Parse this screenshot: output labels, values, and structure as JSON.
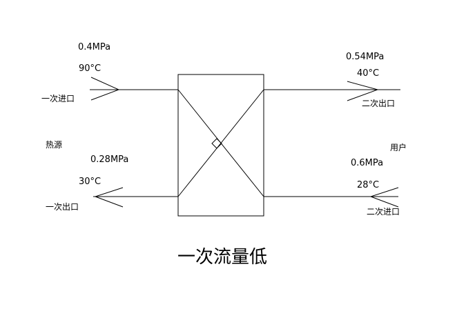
{
  "primary_inlet": {
    "pressure": "0.4MPa",
    "temperature": "90°C",
    "label": "一次进口"
  },
  "primary_outlet": {
    "pressure": "0.28MPa",
    "temperature": "30°C",
    "label": "一次出口"
  },
  "secondary_outlet": {
    "pressure": "0.54MPa",
    "temperature": "40°C",
    "label": "二次出口"
  },
  "secondary_inlet": {
    "pressure": "0.6MPa",
    "temperature": "28°C",
    "label": "二次进口"
  },
  "heat_source_label": "热源",
  "user_label": "用户",
  "caption": "一次流量低",
  "colors": {
    "line": "#000000",
    "background": "#ffffff"
  }
}
